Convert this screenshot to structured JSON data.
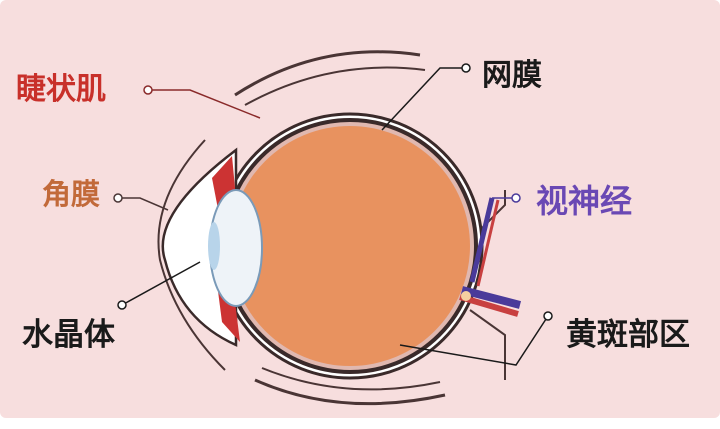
{
  "labels": {
    "ciliary_muscle": "睫状肌",
    "cornea": "角膜",
    "lens": "水晶体",
    "retina": "网膜",
    "optic_nerve": "视神经",
    "macula": "黄斑部区"
  },
  "colors": {
    "background": "#f7dede",
    "panel": "#ffffff",
    "eyeball": "#e8925f",
    "sclera": "#3a2a2a",
    "ciliary_muscle": "#cc3333",
    "ciliary_muscle_label": "#c8302a",
    "cornea_label": "#c26a3a",
    "lens": "#eef3f8",
    "optic_nerve_vein": "#4a3a9a",
    "optic_nerve_artery": "#c84040",
    "optic_nerve_label": "#6a48b4",
    "dark_label": "#1a1a1a"
  }
}
